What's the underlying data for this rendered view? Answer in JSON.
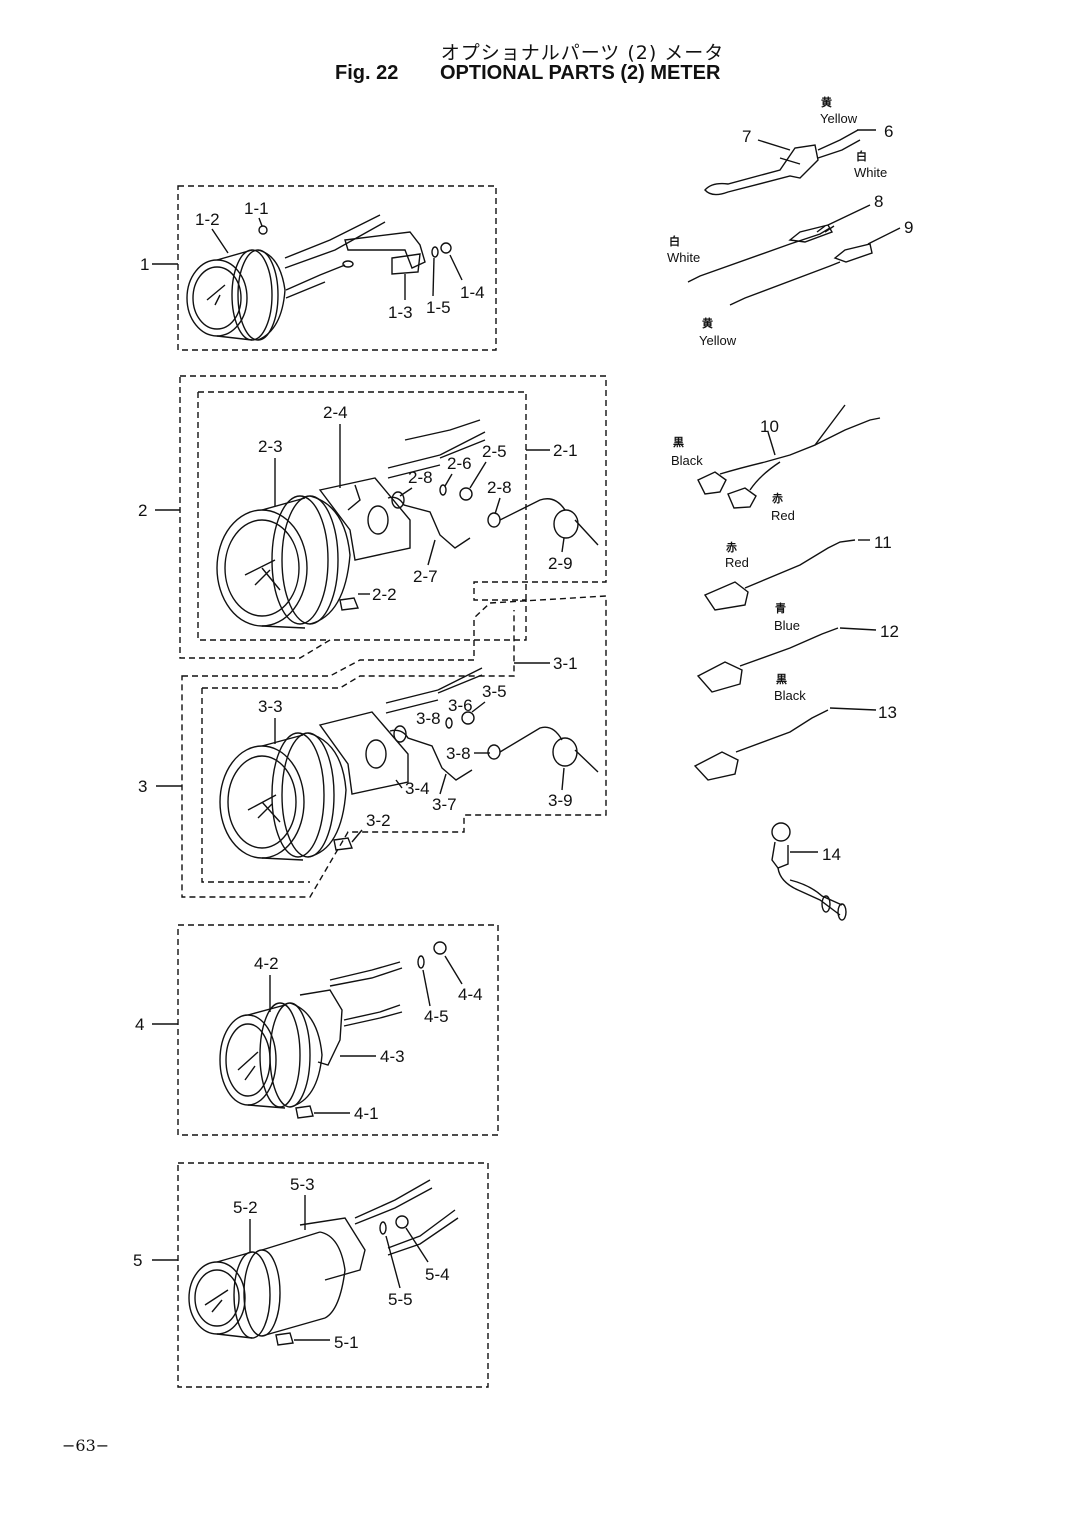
{
  "header": {
    "jp_title": "オプショナルパーツ (2) メータ",
    "fig": "Fig. 22",
    "en_title": "OPTIONAL PARTS (2) METER"
  },
  "groups": {
    "g1": {
      "num": "1",
      "parts": [
        "1-1",
        "1-2",
        "1-3",
        "1-4",
        "1-5"
      ]
    },
    "g2": {
      "num": "2",
      "parts": [
        "2-1",
        "2-2",
        "2-3",
        "2-4",
        "2-5",
        "2-6",
        "2-7",
        "2-8",
        "2-8",
        "2-9"
      ]
    },
    "g3": {
      "num": "3",
      "parts": [
        "3-1",
        "3-2",
        "3-3",
        "3-4",
        "3-5",
        "3-6",
        "3-7",
        "3-8",
        "3-8",
        "3-9"
      ]
    },
    "g4": {
      "num": "4",
      "parts": [
        "4-1",
        "4-2",
        "4-3",
        "4-4",
        "4-5"
      ]
    },
    "g5": {
      "num": "5",
      "parts": [
        "5-1",
        "5-2",
        "5-3",
        "5-4",
        "5-5"
      ]
    }
  },
  "harness": {
    "items": [
      "6",
      "7",
      "8",
      "9",
      "10",
      "11",
      "12",
      "13",
      "14"
    ],
    "colors": {
      "yellow_jp": "黄",
      "yellow": "Yellow",
      "white_jp": "白",
      "white": "White",
      "black_jp": "黒",
      "black": "Black",
      "red_jp": "赤",
      "red": "Red",
      "blue_jp": "青",
      "blue": "Blue"
    }
  },
  "page": "−63−"
}
